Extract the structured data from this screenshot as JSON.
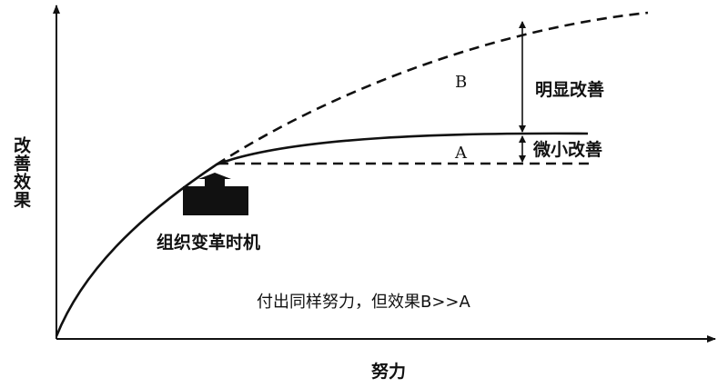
{
  "axes": {
    "x_label": "努力",
    "y_label": "改善效果"
  },
  "labels": {
    "curve_b": "B",
    "curve_a": "A",
    "big_improvement": "明显改善",
    "small_improvement": "微小改善",
    "timing": "组织变革时机",
    "conclusion": "付出同样努力，但效果B>>A"
  }
}
